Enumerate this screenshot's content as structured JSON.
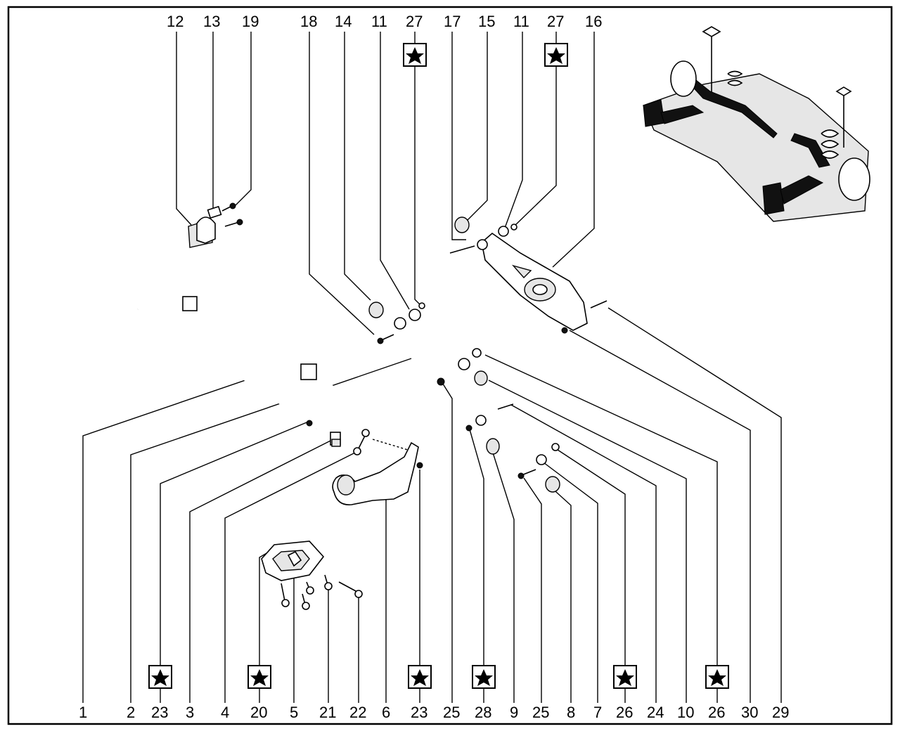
{
  "top_labels": [
    "12",
    "13",
    "19",
    "18",
    "14",
    "11",
    "27",
    "17",
    "15",
    "11",
    "27",
    "16"
  ],
  "bottom_labels": [
    "1",
    "2",
    "23",
    "3",
    "4",
    "20",
    "5",
    "21",
    "22",
    "6",
    "23",
    "25",
    "28",
    "9",
    "25",
    "8",
    "7",
    "26",
    "24",
    "10",
    "26",
    "30",
    "29"
  ],
  "star_marks": [
    "27",
    "27",
    "23",
    "20",
    "23",
    "28",
    "26",
    "26"
  ],
  "icons": {
    "star": "star-icon",
    "overview": "rear-axle-assembly-overview"
  }
}
